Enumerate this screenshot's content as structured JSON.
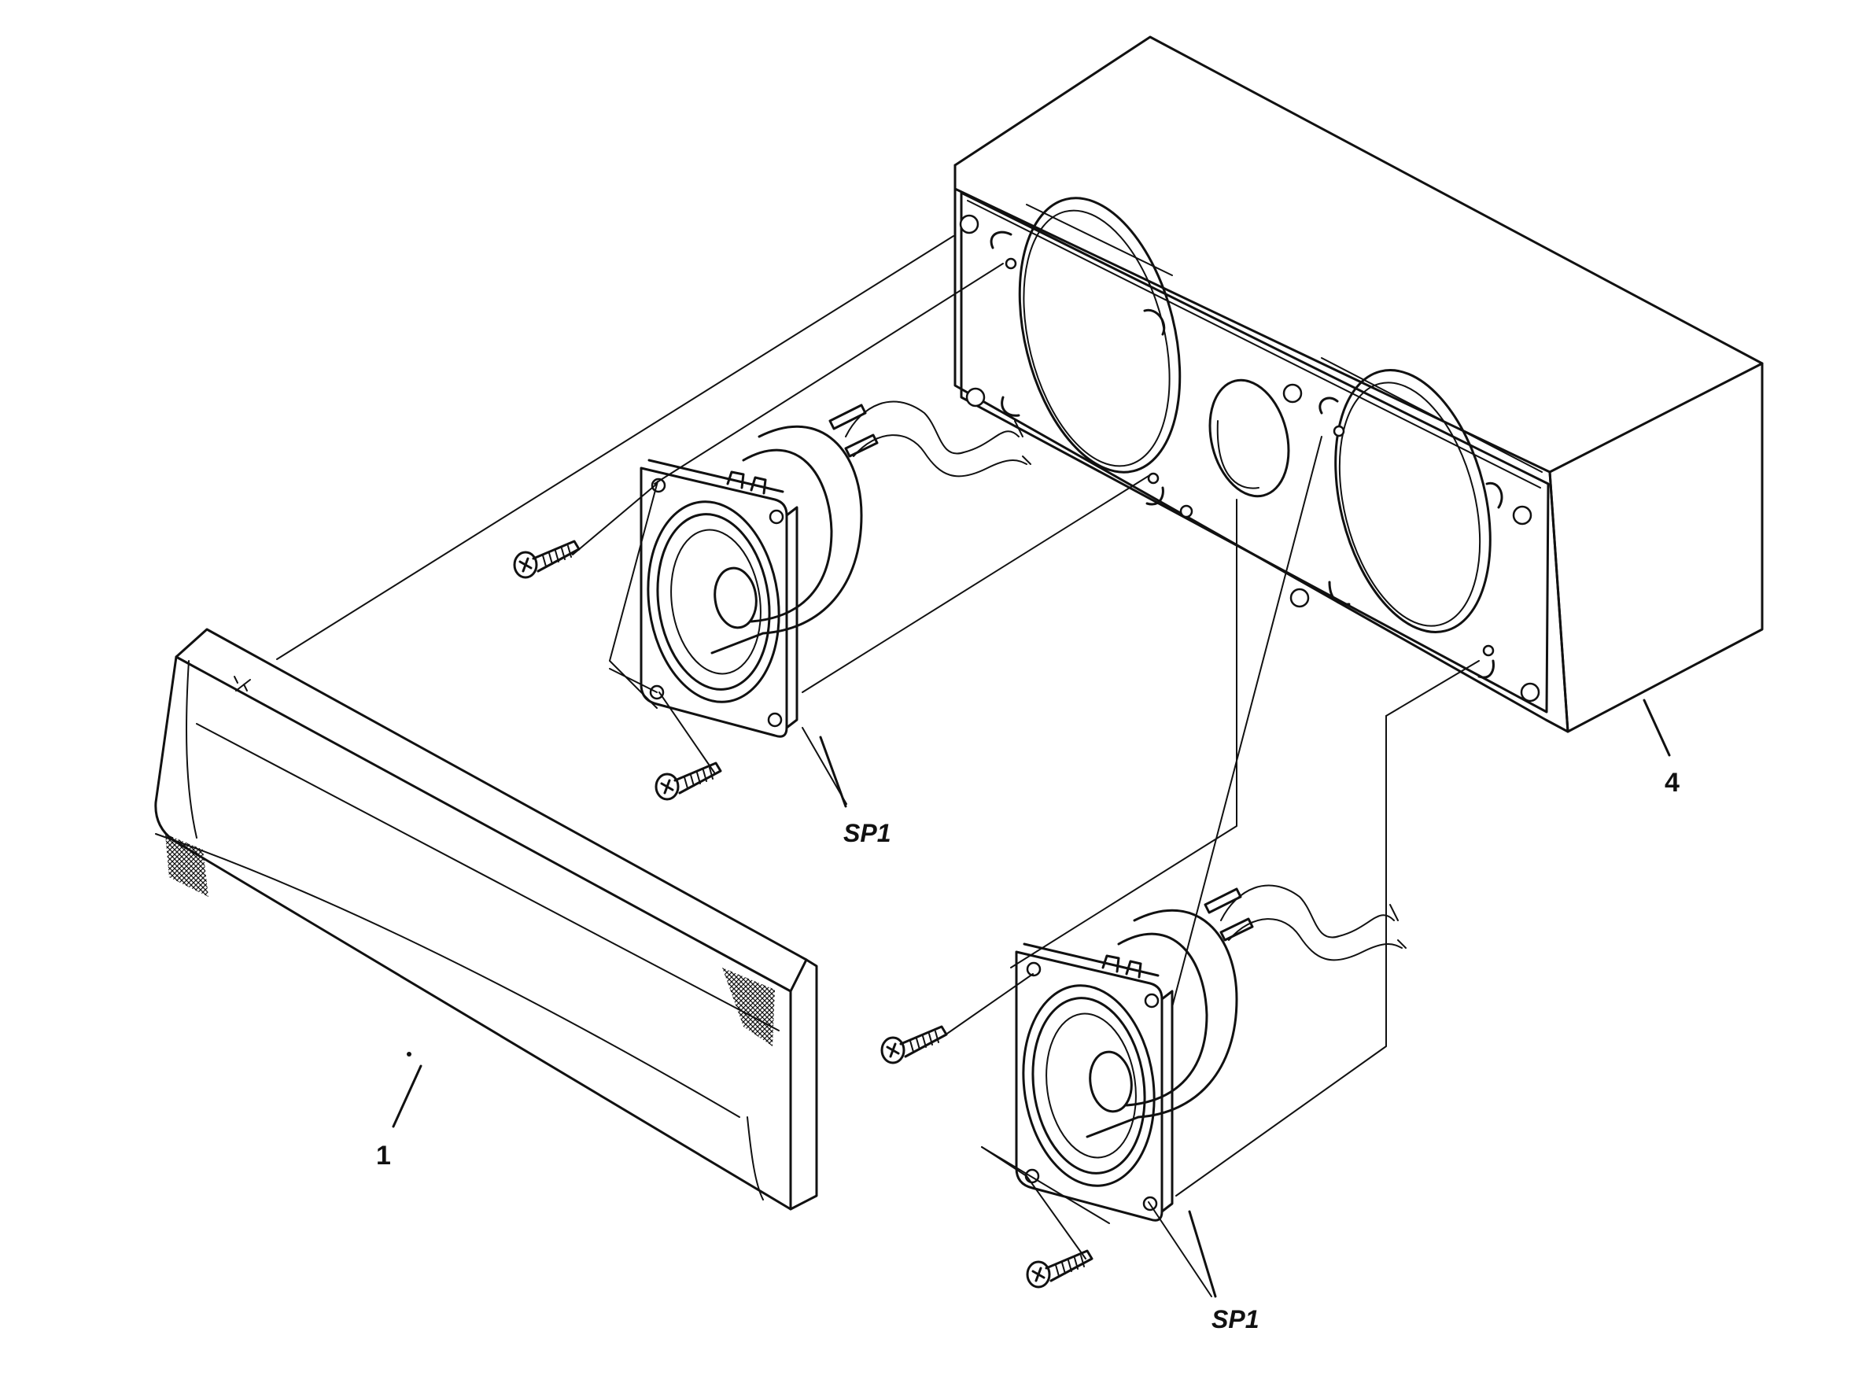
{
  "labels": {
    "front_grille": "1",
    "cabinet": "4",
    "speaker_upper": "SP1",
    "speaker_lower": "SP1"
  }
}
